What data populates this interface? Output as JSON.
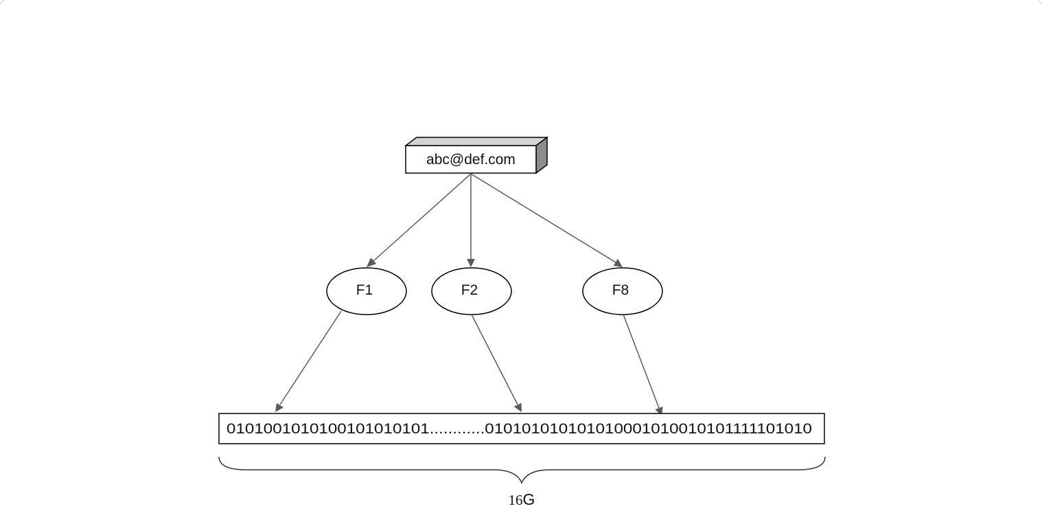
{
  "source_node": {
    "label": "abc@def.com"
  },
  "hash_functions": [
    {
      "id": "f1",
      "label": "F1"
    },
    {
      "id": "f2",
      "label": "F2"
    },
    {
      "id": "f8",
      "label": "F8"
    }
  ],
  "bit_array": {
    "text": "0101001010100101010101............010101010101010001010010101111101010"
  },
  "size": {
    "number": "16",
    "unit": "G"
  }
}
